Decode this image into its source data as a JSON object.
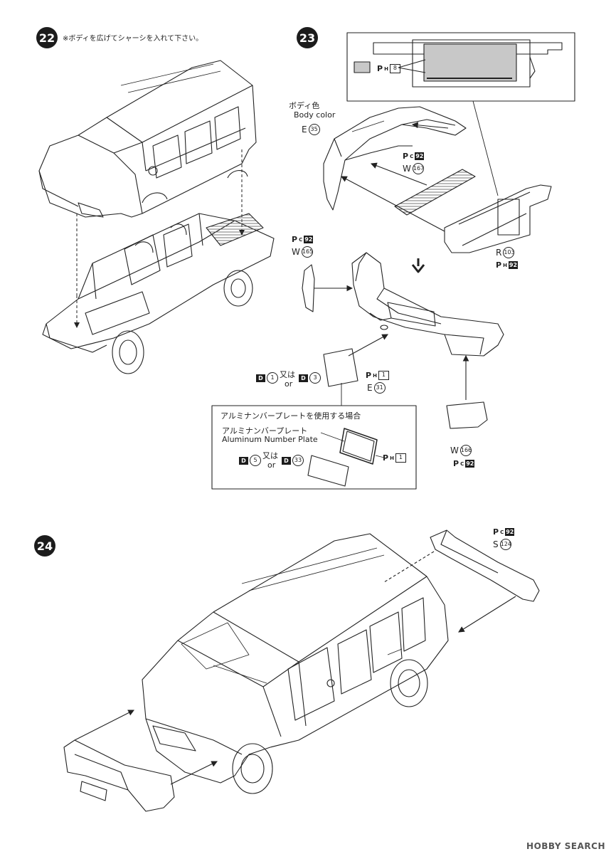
{
  "steps": {
    "s22": {
      "num": "22",
      "note": "※ボディを広げてシャーシを入れて下さい。"
    },
    "s23": {
      "num": "23",
      "body_color_jp": "ボディ色",
      "body_color_en": "Body color",
      "inset_title": "アルミナンバープレートを使用する場合",
      "inset_label_jp": "アルミナンバープレート",
      "inset_label_en": "Aluminum Number Plate",
      "mataha": "又は",
      "or": "or"
    },
    "s24": {
      "num": "24"
    }
  },
  "parts": {
    "ph8": {
      "p": "P",
      "sub": "H",
      "num": "8"
    },
    "e35": {
      "letter": "E",
      "num": "35"
    },
    "pc92_a": {
      "p": "P",
      "sub": "C",
      "num": "92"
    },
    "w167": {
      "letter": "W",
      "num": "167"
    },
    "pc92_b": {
      "p": "P",
      "sub": "C",
      "num": "92"
    },
    "w165": {
      "letter": "W",
      "num": "165"
    },
    "r103": {
      "letter": "R",
      "num": "103"
    },
    "ph92": {
      "p": "P",
      "sub": "H",
      "num": "92"
    },
    "d1": {
      "letter": "D",
      "num": "1"
    },
    "d3": {
      "letter": "D",
      "num": "3"
    },
    "ph1": {
      "p": "P",
      "sub": "H",
      "num": "1"
    },
    "e31": {
      "letter": "E",
      "num": "31"
    },
    "d5": {
      "letter": "D",
      "num": "5"
    },
    "d33": {
      "letter": "D",
      "num": "33"
    },
    "ph1_b": {
      "p": "P",
      "sub": "H",
      "num": "1"
    },
    "w166": {
      "letter": "W",
      "num": "166"
    },
    "pc92_c": {
      "p": "P",
      "sub": "C",
      "num": "92"
    },
    "pc92_d": {
      "p": "P",
      "sub": "C",
      "num": "92"
    },
    "s124": {
      "letter": "S",
      "num": "124"
    }
  },
  "watermark": "HOBBY SEARCH",
  "colors": {
    "ink": "#1c1c1c",
    "paper": "#ffffff",
    "shade": "#c8c8c8"
  }
}
